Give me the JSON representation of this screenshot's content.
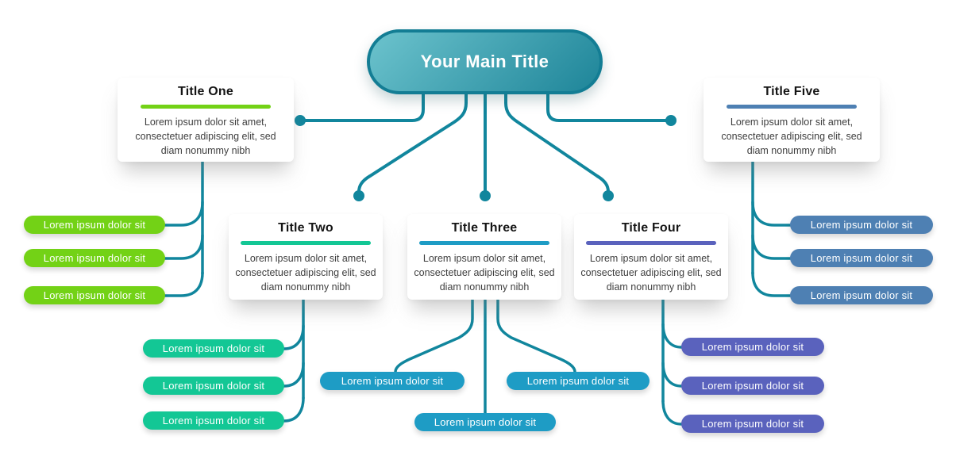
{
  "main_title": "Your Main Title",
  "main_pill": {
    "gradient_start": "#6cc3cd",
    "gradient_end": "#1e8599",
    "border": "#137d94",
    "text_color": "#ffffff"
  },
  "connector": {
    "color": "#11869d"
  },
  "sections": [
    {
      "title": "Title One",
      "accent": "#73d216",
      "body": "Lorem ipsum dolor sit amet, consectetuer adipiscing elit, sed diam nonummy nibh",
      "items": [
        "Lorem ipsum dolor sit",
        "Lorem ipsum dolor sit",
        "Lorem ipsum dolor sit"
      ]
    },
    {
      "title": "Title Two",
      "accent": "#13c795",
      "body": "Lorem ipsum dolor sit amet, consectetuer adipiscing elit, sed diam nonummy nibh",
      "items": [
        "Lorem ipsum dolor sit",
        "Lorem ipsum dolor sit",
        "Lorem ipsum dolor sit"
      ]
    },
    {
      "title": "Title Three",
      "accent": "#1e9cc5",
      "body": "Lorem ipsum dolor sit amet, consectetuer adipiscing elit, sed diam nonummy nibh",
      "items": [
        "Lorem ipsum dolor sit",
        "Lorem ipsum dolor sit",
        "Lorem ipsum dolor sit"
      ]
    },
    {
      "title": "Title Four",
      "accent": "#5a62bd",
      "body": "Lorem ipsum dolor sit amet, consectetuer adipiscing elit, sed diam nonummy nibh",
      "items": [
        "Lorem ipsum dolor sit",
        "Lorem ipsum dolor sit",
        "Lorem ipsum dolor sit"
      ]
    },
    {
      "title": "Title Five",
      "accent": "#4e80b3",
      "body": "Lorem ipsum dolor sit amet, consectetuer adipiscing elit, sed diam nonummy nibh",
      "items": [
        "Lorem ipsum dolor sit",
        "Lorem ipsum dolor sit",
        "Lorem ipsum dolor sit"
      ]
    }
  ]
}
